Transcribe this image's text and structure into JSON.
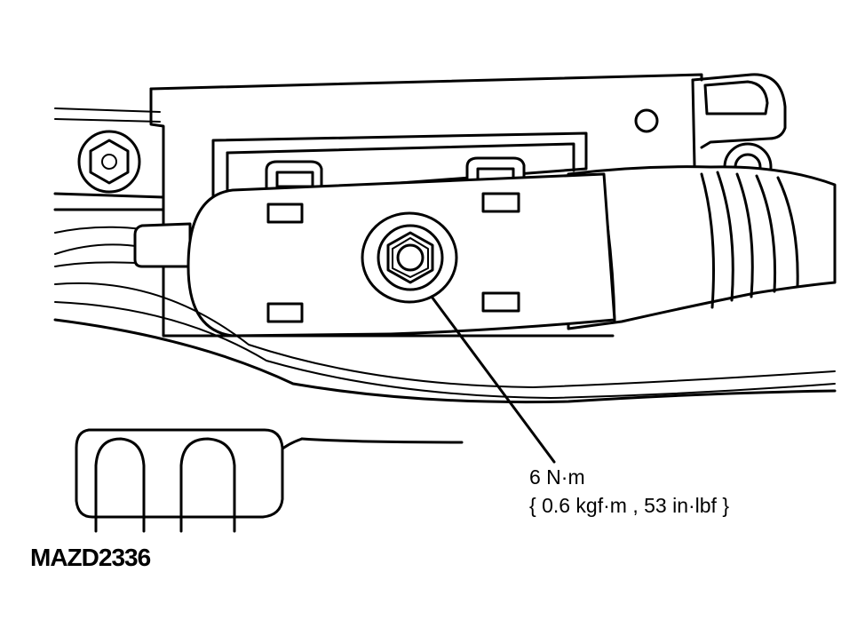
{
  "torque": {
    "nm": "6 N·m",
    "alt": "{ 0.6 kgf·m , 53 in·lbf }"
  },
  "diagram_id": "MAZD2336"
}
